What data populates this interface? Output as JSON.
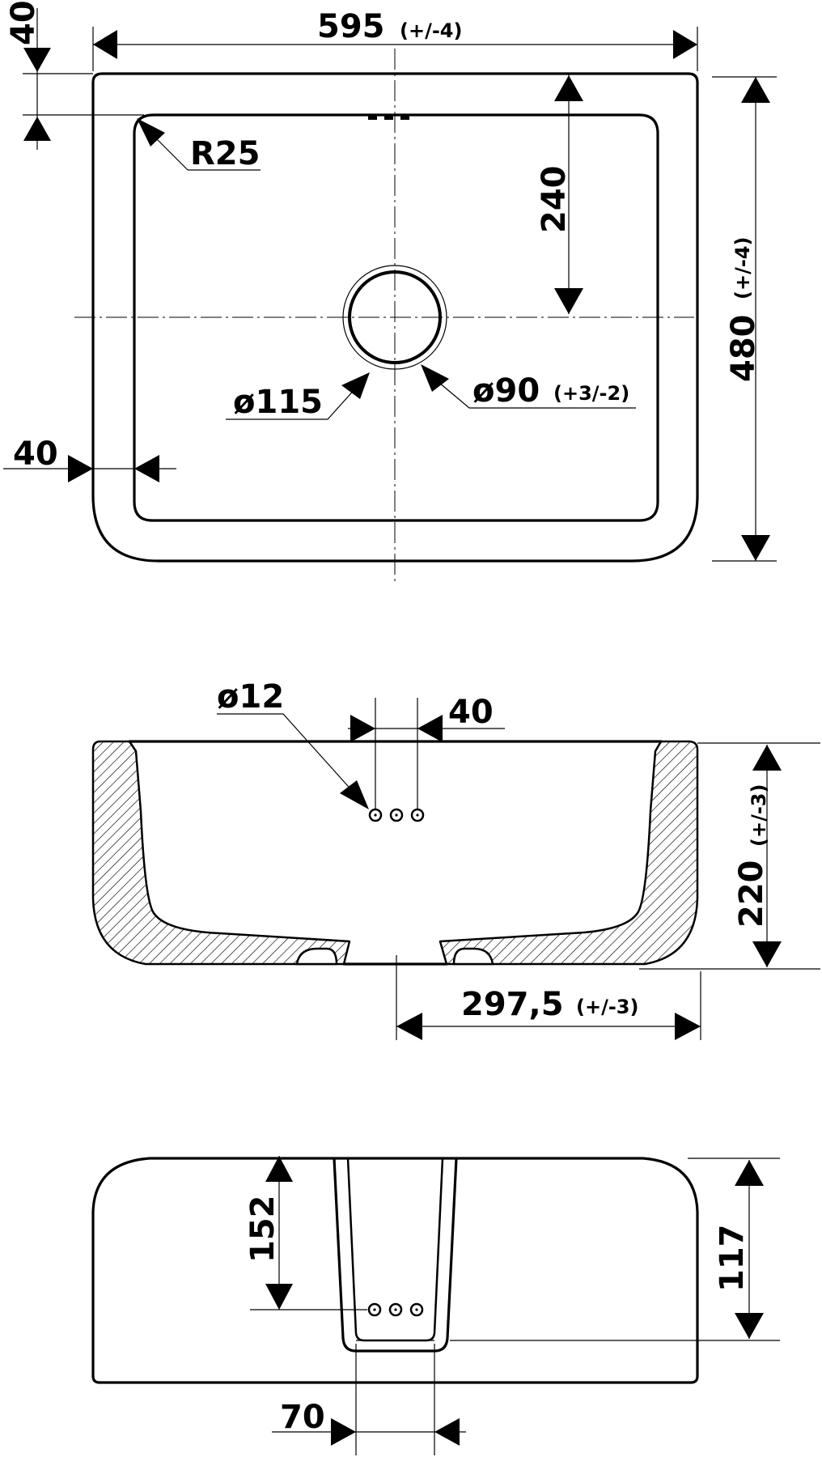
{
  "top_view": {
    "width": {
      "value": "595",
      "tolerance": "(+/-4)"
    },
    "depth": {
      "value": "480",
      "tolerance": "(+/-4)"
    },
    "rim_top": "40",
    "rim_side": "40",
    "corner_radius": "R25",
    "drain_center": "240",
    "outer_diameter": "ø115",
    "hole_diameter": {
      "value": "ø90",
      "tolerance": "(+3/-2)"
    }
  },
  "front_section": {
    "overflow_hole": "ø12",
    "hole_spacing": "40",
    "height": {
      "value": "220",
      "tolerance": "(+/-3)"
    },
    "half_width": {
      "value": "297,5",
      "tolerance": "(+/-3)"
    }
  },
  "front_view": {
    "overflow_depth": "152",
    "apron_height": "117",
    "channel_width": "70"
  }
}
